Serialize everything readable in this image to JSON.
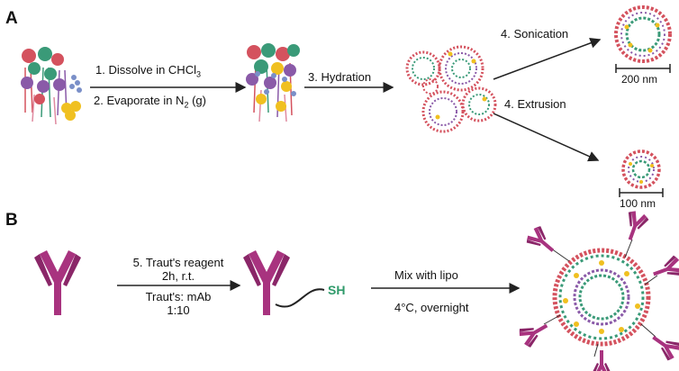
{
  "panels": {
    "a": "A",
    "b": "B"
  },
  "panel_a": {
    "step1": "1.  Dissolve in CHCl",
    "step1_sub": "3",
    "step2": "2. Evaporate in N",
    "step2_sub": "2",
    "step2_suffix": " (g)",
    "step3": "3. Hydration",
    "step4a": "4. Sonication",
    "step4b": "4. Extrusion",
    "scale_200": "200 nm",
    "scale_100": "100 nm"
  },
  "panel_b": {
    "step5_line1": "5. Traut's reagent",
    "step5_line2": "2h, r.t.",
    "ratio_line1": "Traut's: mAb",
    "ratio_line2": "1:10",
    "sh": "SH",
    "mix_label": "Mix with lipo",
    "condition": "4°C, overnight"
  },
  "colors": {
    "antibody": "#a8337f",
    "sh_text": "#2f9a6a",
    "lipid_red": "#d4525e",
    "lipid_green": "#3a9a78",
    "lipid_purple": "#8a5aa8",
    "lipid_blue": "#7a8fc8",
    "cholesterol": "#f0c020"
  }
}
